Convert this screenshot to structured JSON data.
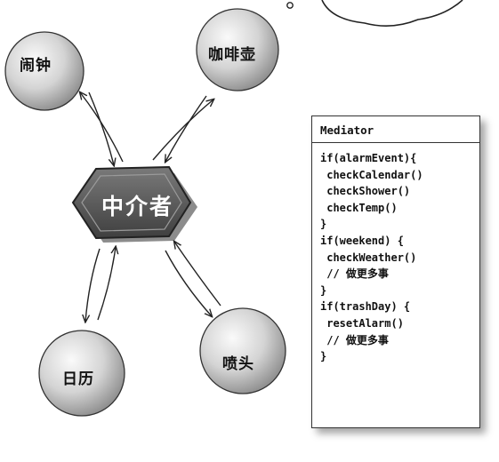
{
  "nodes": {
    "alarm": "闹钟",
    "coffee_pot": "咖啡壶",
    "calendar": "日历",
    "sprinkler": "喷头"
  },
  "hub": {
    "label": "中介者"
  },
  "mediator_card": {
    "title": "Mediator",
    "lines": [
      "if(alarmEvent){",
      " checkCalendar()",
      " checkShower()",
      " checkTemp()",
      "}",
      "if(weekend) {",
      " checkWeather()",
      " // 做更多事",
      "}",
      "if(trashDay) {",
      " resetAlarm()",
      " // 做更多事",
      "}"
    ]
  },
  "colors": {
    "sphere_light": "#f2f2f2",
    "sphere_dark": "#8f8f8f",
    "hub_fill": "#5e5e5e",
    "stroke": "#222222"
  }
}
